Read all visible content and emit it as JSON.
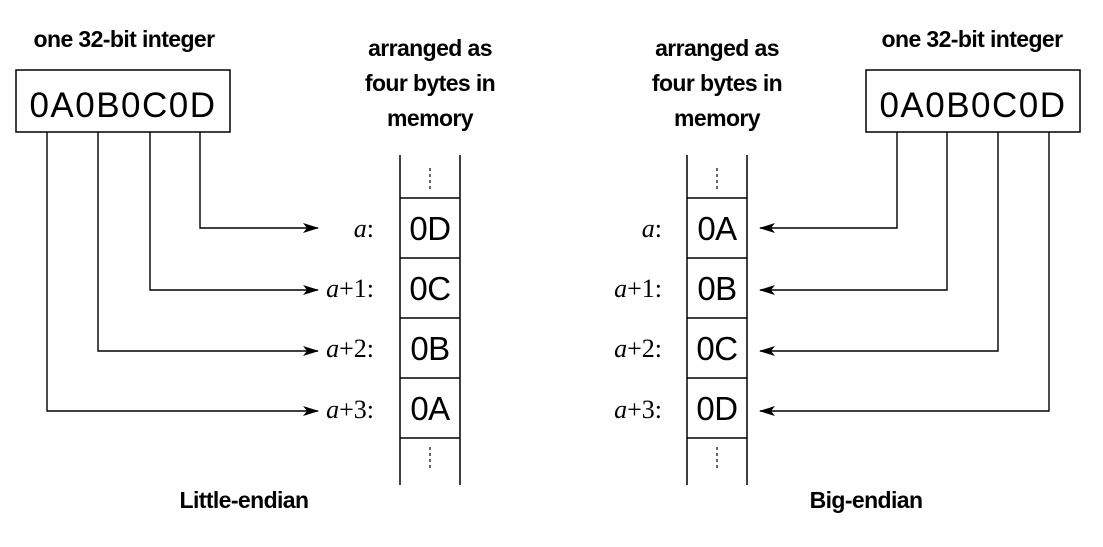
{
  "left": {
    "heading": "one 32-bit integer",
    "integer": "0A0B0C0D",
    "memory_heading": [
      "arranged as",
      "four bytes in",
      "memory"
    ],
    "cells": [
      {
        "var": "a",
        "suffix": ":",
        "byte": "0D"
      },
      {
        "var": "a",
        "suffix": "+1:",
        "byte": "0C"
      },
      {
        "var": "a",
        "suffix": "+2:",
        "byte": "0B"
      },
      {
        "var": "a",
        "suffix": "+3:",
        "byte": "0A"
      }
    ],
    "ellipsis": "⋮",
    "caption": "Little-endian"
  },
  "right": {
    "heading": "one 32-bit integer",
    "integer": "0A0B0C0D",
    "memory_heading": [
      "arranged as",
      "four bytes in",
      "memory"
    ],
    "cells": [
      {
        "var": "a",
        "suffix": ":",
        "byte": "0A"
      },
      {
        "var": "a",
        "suffix": "+1:",
        "byte": "0B"
      },
      {
        "var": "a",
        "suffix": "+2:",
        "byte": "0C"
      },
      {
        "var": "a",
        "suffix": "+3:",
        "byte": "0D"
      }
    ],
    "ellipsis": "⋮",
    "caption": "Big-endian"
  }
}
